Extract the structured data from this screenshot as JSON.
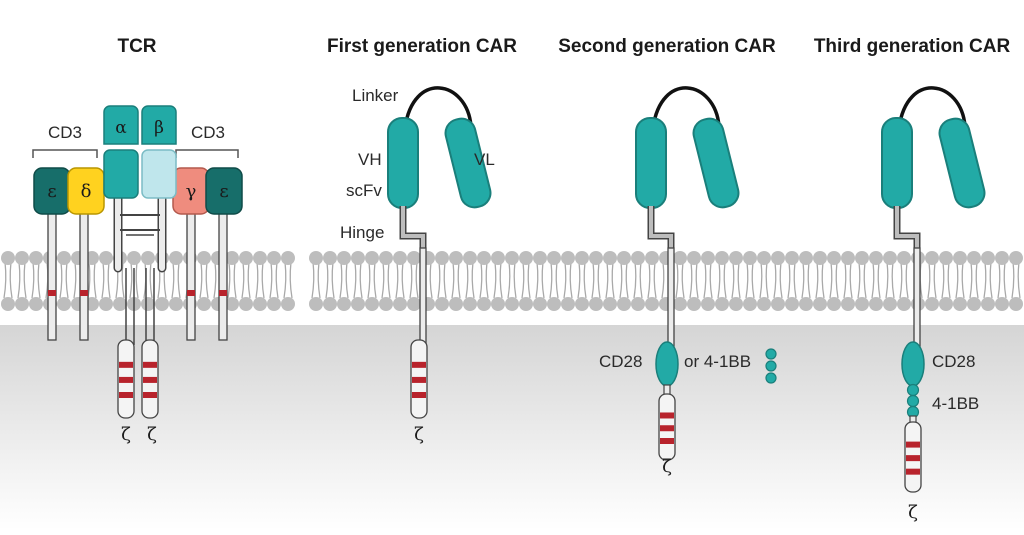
{
  "titles": {
    "tcr": "TCR",
    "first": "First generation CAR",
    "second": "Second generation CAR",
    "third": "Third generation CAR"
  },
  "tcr": {
    "cd3_left": "CD3",
    "cd3_right": "CD3",
    "alpha": "α",
    "beta": "β",
    "epsilon_left": "ε",
    "delta": "δ",
    "gamma": "γ",
    "epsilon_right": "ε",
    "zeta_left": "ζ",
    "zeta_right": "ζ"
  },
  "first": {
    "linker": "Linker",
    "vh": "VH",
    "vl": "VL",
    "scfv": "scFv",
    "hinge": "Hinge",
    "zeta": "ζ"
  },
  "second": {
    "cd28_label": "CD28",
    "alt_label": "or 4-1BB",
    "zeta": "ζ"
  },
  "third": {
    "cd28_label": "CD28",
    "bb_label": "4-1BB",
    "zeta": "ζ"
  },
  "colors": {
    "teal": "#22aaa6",
    "teal_dark": "#1a7f7b",
    "dark_teal": "#176e6a",
    "light_blue": "#bfe6ec",
    "yellow": "#ffd21f",
    "salmon": "#ef8c7e",
    "membrane_head": "#bdbdbd",
    "itam_red": "#b8232c"
  }
}
